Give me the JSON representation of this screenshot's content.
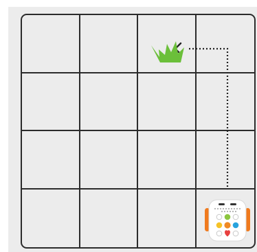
{
  "game": {
    "grid": {
      "rows": 4,
      "cols": 4
    },
    "robot": {
      "name": "robot-toy",
      "row": 4,
      "col": 4,
      "facing": "up"
    },
    "goal": {
      "icon": "grass-icon",
      "row": 1,
      "col": 3
    },
    "path": [
      {
        "row": 4,
        "col": 4,
        "move": "start"
      },
      {
        "row": 3,
        "col": 4,
        "move": "up"
      },
      {
        "row": 2,
        "col": 4,
        "move": "up"
      },
      {
        "row": 1,
        "col": 4,
        "move": "up"
      },
      {
        "row": 1,
        "col": 3,
        "move": "left"
      }
    ],
    "colors": {
      "board_bg": "#ececec",
      "grid_line": "#2b2b2b",
      "grass": "#6bbf3a",
      "path": "#222222",
      "robot_body": "#ffffff",
      "robot_wheels": "#f07a1d",
      "button_green": "#8cc63f",
      "button_yellow": "#f6c327",
      "button_orange": "#f08a24",
      "button_blue": "#29a3dd",
      "button_red": "#e8403f"
    }
  }
}
